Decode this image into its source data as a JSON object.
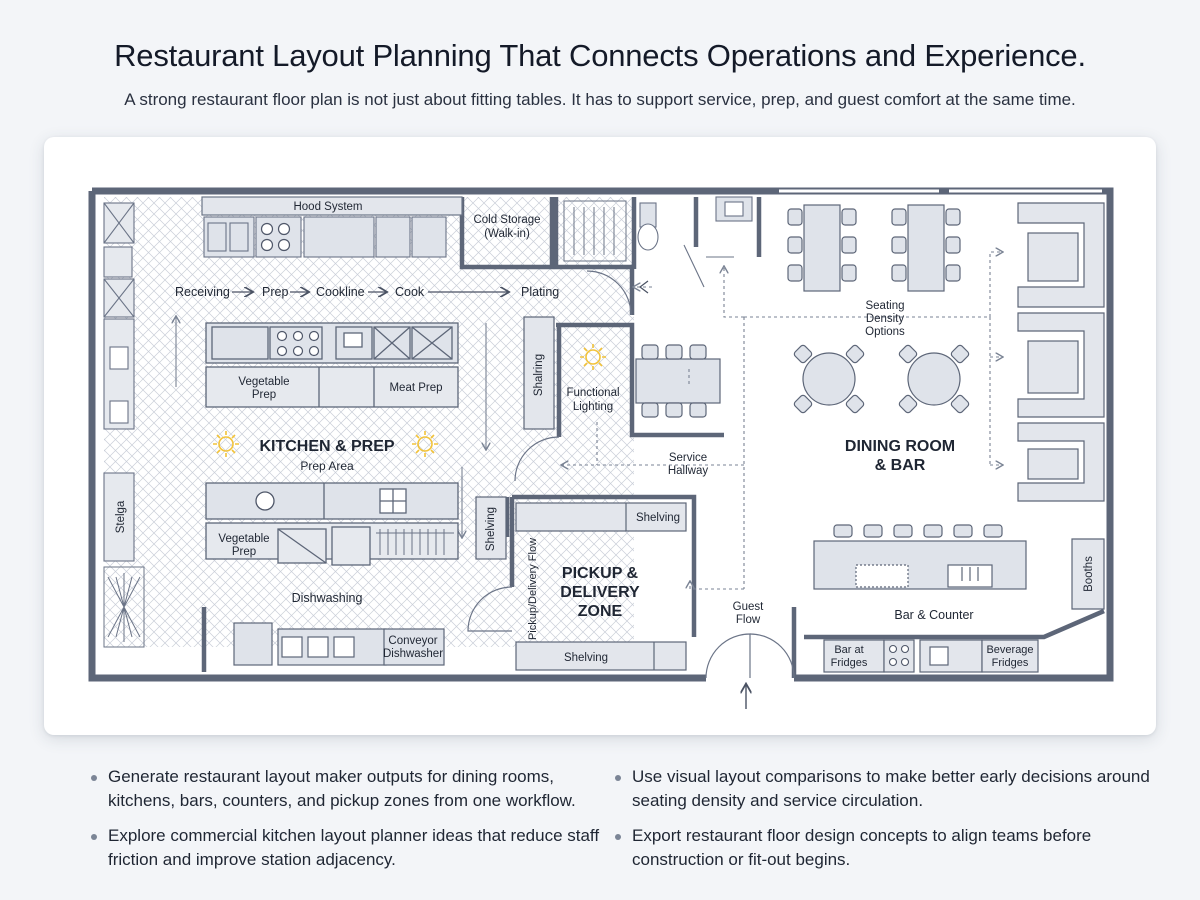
{
  "header": {
    "title": "Restaurant Layout Planning That Connects Operations and Experience.",
    "subtitle": "A strong restaurant floor plan is not just about fitting tables. It has to support service, prep, and guest comfort at the same time."
  },
  "floor_plan": {
    "labels": {
      "hood_system": "Hood System",
      "cold_storage_1": "Cold Storage",
      "cold_storage_2": "(Walk-in)",
      "flow_receiving": "Receiving",
      "flow_prep": "Prep",
      "flow_cookline": "Cookline",
      "flow_cook": "Cook",
      "flow_plating": "Plating",
      "vegetable_prep_1": "Vegetable",
      "vegetable_prep_2": "Prep",
      "meat_prep": "Meat Prep",
      "kitchen_prep": "KITCHEN & PREP",
      "prep_area": "Prep Area",
      "storage_vertical": "Stelga",
      "shelving_vertical_top": "Shalring",
      "functional_lighting_1": "Functional",
      "functional_lighting_2": "Lighting",
      "service_hallway_1": "Service",
      "service_hallway_2": "Hallway",
      "seating_density_1": "Seating",
      "seating_density_2": "Density",
      "seating_density_3": "Options",
      "dining_room_1": "DINING ROOM",
      "dining_room_2": "& BAR",
      "shelving_vertical_mid": "Shelving",
      "vegetable_prep_b_1": "Vegetable",
      "vegetable_prep_b_2": "Prep",
      "dishwashing": "Dishwashing",
      "conveyor_1": "Conveyor",
      "conveyor_2": "Dishwasher",
      "shelving_pickup_top": "Shelving",
      "pickup_flow_vertical": "Pickup/Delivery Flow",
      "pickup_zone_1": "PICKUP &",
      "pickup_zone_2": "DELIVERY",
      "pickup_zone_3": "ZONE",
      "shelving_pickup_bottom": "Shelving",
      "guest_flow_1": "Guest",
      "guest_flow_2": "Flow",
      "bar_counter": "Bar & Counter",
      "booths": "Booths",
      "bar_fridges_1": "Bar at",
      "bar_fridges_2": "Fridges",
      "beverage_fridges_1": "Beverage",
      "beverage_fridges_2": "Fridges"
    }
  },
  "bullets": {
    "left": [
      "Generate restaurant layout maker outputs for dining rooms, kitchens, bars, counters, and pickup zones from one workflow.",
      "Explore commercial kitchen layout planner ideas that reduce staff friction and improve station adjacency."
    ],
    "right": [
      "Use visual layout comparisons to make better early decisions around seating density and service circulation.",
      "Export restaurant floor design concepts to align teams before construction or fit-out begins."
    ]
  },
  "colors": {
    "wall": "#5d6678",
    "fixture_fill": "#dfe3ea",
    "fixture_stroke": "#6b7487",
    "dash": "#7a8394",
    "light": "#f2c33a"
  }
}
